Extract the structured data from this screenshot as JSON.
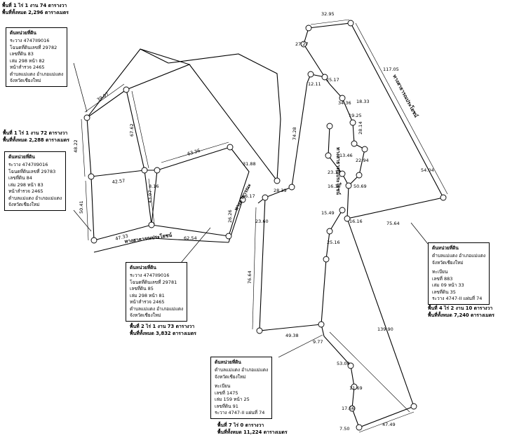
{
  "boxes": {
    "b1": {
      "title": "ต้นหน่วยที่ดิน",
      "lines": [
        "ระวาง 4747II9016",
        "โฉนดที่ดินเลขที่ 29782",
        "เลขที่ดิน 83",
        "เล่ม 298 หน้า 82",
        "หน้าสำรวจ 2465",
        "ตำบลแม่แตง อำเภอแม่แตง",
        "จังหวัดเชียงใหม่"
      ]
    },
    "b2": {
      "title": "ต้นหน่วยที่ดิน",
      "lines": [
        "ระวาง 4747II9016",
        "โฉนดที่ดินเลขที่ 29783",
        "เลขที่ดิน 84",
        "เล่ม 298 หน้า 83",
        "หน้าสำรวจ 2465",
        "ตำบลแม่แตง อำเภอแม่แตง",
        "จังหวัดเชียงใหม่"
      ]
    },
    "b3": {
      "title": "ต้นหน่วยที่ดิน",
      "lines": [
        "ระวาง 4747II9016",
        "โฉนดที่ดินเลขที่ 29781",
        "เลขที่ดิน 85",
        "เล่ม 298 หน้า 81",
        "หน้าสำรวจ 2465",
        "ตำบลแม่แตง อำเภอแม่แตง",
        "จังหวัดเชียงใหม่"
      ]
    },
    "b4": {
      "title": "ต้นหน่วยที่ดิน",
      "lines": [
        "ตำบลแม่แตง อำเภอแม่แตง",
        "จังหวัดเชียงใหม่",
        "",
        "ทะเบียน",
        "เลขที่ 883",
        "เล่ม 09 หน้า 33",
        "เลขที่ดิน 35",
        "ระวาง 4747-II แผ่นที่ 74"
      ]
    },
    "b5": {
      "title": "ต้นหน่วยที่ดิน",
      "lines": [
        "ตำบลแม่แตง อำเภอแม่แตง",
        "จังหวัดเชียงใหม่",
        "",
        "ทะเบียน",
        "เลขที่ 1475",
        "เล่ม 159 หน้า 25",
        "เลขที่ดิน 91",
        "ระวาง 4747-II แผ่นที่ 74"
      ]
    }
  },
  "areas": {
    "a1": [
      "พื้นที่ 1 ไร่ 1 งาน 74 ตารางวา",
      "พื้นที่ทั้งหมด 2,296 ตารางเมตร"
    ],
    "a2": [
      "พื้นที่ 1 ไร่ 1 งาน 72 ตารางวา",
      "พื้นที่ทั้งหมด 2,288 ตารางเมตร"
    ],
    "a3": [
      "พื้นที่ 2 ไร่ 1 งาน 73 ตารางวา",
      "พื้นที่ทั้งหมด 3,832 ตารางเมตร"
    ],
    "a4": [
      "พื้นที่ 4 ไร่ 2 งาน 10 ตารางวา",
      "พื้นที่ทั้งหมด 7,240 ตารางเมตร"
    ],
    "a5": [
      "พื้นที่ 7 ไร่ 0 ตารางวา",
      "พื้นที่ทั้งหมด 11,224 ตารางเมตร"
    ]
  },
  "roads": {
    "r1": "ทางสาธารณประโยชน์",
    "r2": "ทางสาธารณประโยชน์",
    "r3": "ทางสาธารณประโยชน์",
    "r4": "ทางสาธารณะ"
  },
  "dims": {
    "d1": "39.07",
    "d2": "48.22",
    "d3": "50.41",
    "d4": "47.33",
    "d5": "67.62",
    "d6": "42.57",
    "d7": "8.16",
    "d8": "63.36",
    "d9": "43.07",
    "d10": "62.54",
    "d11": "31.88",
    "d12": "26.17",
    "d13": "26.26",
    "d14": "28.39",
    "d15": "74.28",
    "d16": "12.11",
    "d17": "25.17",
    "d18": "27.27",
    "d19": "32.95",
    "d20": "117.05",
    "d21": "34.36",
    "d22": "18.33",
    "d23": "19.25",
    "d24": "28.14",
    "d25": "13.46",
    "d26": "22.94",
    "d27": "23.17",
    "d28": "16.30",
    "d29": "50.69",
    "d30": "15.49",
    "d31": "16.16",
    "d32": "54.04",
    "d33": "75.64",
    "d34": "23.60",
    "d35": "25.16",
    "d36": "76.64",
    "d37": "49.38",
    "d38": "9.77",
    "d39": "139.90",
    "d40": "53.00",
    "d41": "11.69",
    "d42": "17.66",
    "d43": "7.50",
    "d44": "47.49"
  }
}
